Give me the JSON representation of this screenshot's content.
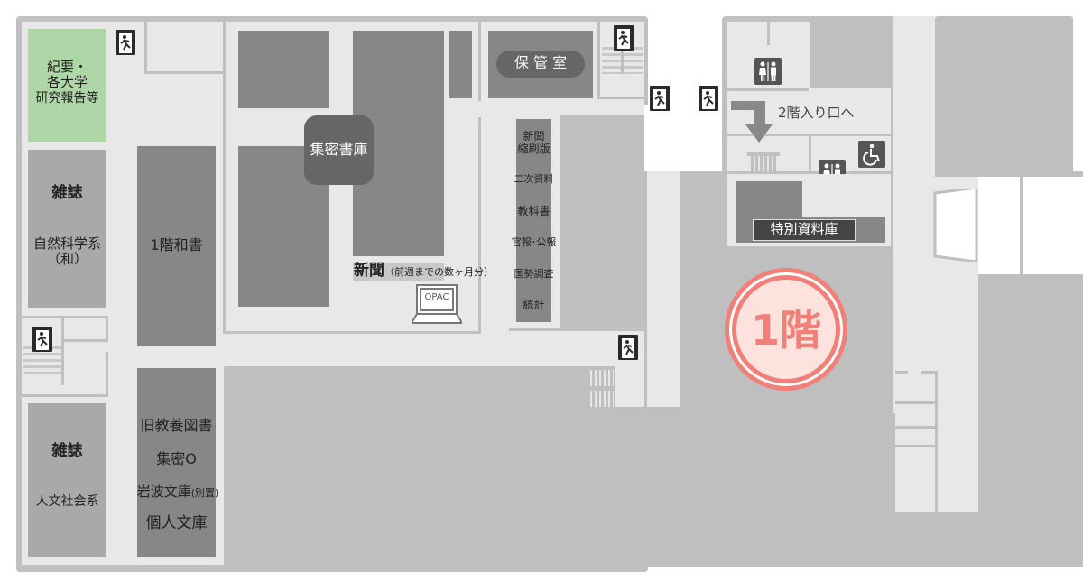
{
  "map": {
    "floor_badge": {
      "label": "1階",
      "color": "#f08078",
      "fill": "#fde2de"
    },
    "colors": {
      "floor": "#e8e8e8",
      "wall": "#c0c0c0",
      "shelf": "#878787",
      "shelf_light": "#a9a9a9",
      "area": "#bfbfbf",
      "green": "#afd6a6",
      "dark_label": "#444444"
    }
  },
  "areas": {
    "kiyou": {
      "line1": "紀要・",
      "line2": "各大学",
      "line3": "研究報告等"
    },
    "zasshi_science": {
      "title": "雑誌",
      "line1": "自然科学系",
      "line2": "（和）"
    },
    "washo": {
      "label": "1階和書"
    },
    "shumitsu": {
      "label": "集密書庫"
    },
    "hokanshitsu": {
      "label": "保 管 室"
    },
    "shinbun": {
      "title": "新聞",
      "note": "（前週までの数ヶ月分）"
    },
    "opac": {
      "label": "OPAC"
    },
    "column_items": [
      "新聞",
      "縮刷版",
      "二次資料",
      "教科書",
      "官報･公報",
      "国勢調査",
      "統計"
    ],
    "zasshi_humanities": {
      "title": "雑誌",
      "line1": "人文社会系"
    },
    "kyuukyouyou": {
      "line1": "旧教養図書",
      "line2": "集密O",
      "line3": "岩波文庫",
      "line3_note": "(別置)",
      "line4": "個人文庫"
    },
    "tokubetsu": {
      "label": "特別資料庫"
    },
    "second_floor": {
      "label": "2階入り口へ"
    }
  },
  "icons": {
    "exit": "emergency-exit-icon",
    "restroom": "restroom-icon",
    "accessible": "wheelchair-icon",
    "arrow": "arrow-down-icon",
    "computer": "laptop-icon"
  }
}
